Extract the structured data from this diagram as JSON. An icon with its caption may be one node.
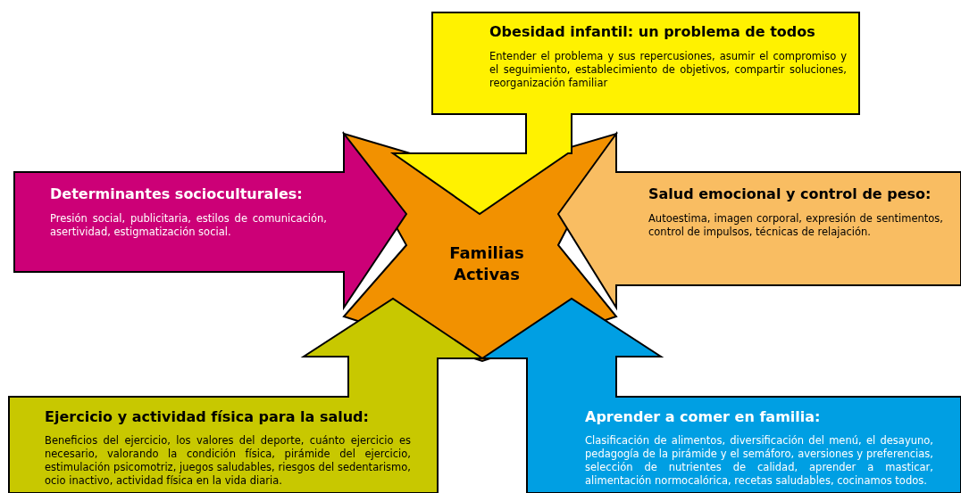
{
  "diagram": {
    "nodes": [
      {
        "text": [
          "Obesidad infantil: un problema de todos",
          "Entender el problema y sus repercusiones, asumir el compromiso y el seguimiento, establecimiento de objetivos, compartir soluciones, reorganización familiar"
        ]
      },
      {
        "text": [
          "Determinantes socioculturales:",
          "Presión social, publicitaria, estilos de comunicación, asertividad, estigmatización social."
        ]
      },
      {
        "text": [
          "Familias Activas"
        ]
      },
      {
        "text": [
          "Salud emocional y control de peso:",
          "Autoestima, imagen corporal, expresión de sentimentos, control de impulsos, técnicas de relajación."
        ]
      },
      {
        "text": [
          "Ejercicio y actividad física para la salud:",
          "Beneficios del ejercicio, los valores del deporte, cuánto ejercicio es necesario, valorando la condición física, pirámide del ejercicio, estimulación psicomotriz, juegos saludables, riesgos del sedentarismo, ocio inactivo, actividad física en la vida diaria."
        ]
      },
      {
        "text": [
          "Aprender a comer en familia:",
          "Clasificación de alimentos, diversificación del menú, el desayuno, pedagogía de la pirámide y el semáforo, aversiones y preferencias, selección de nutrientes de calidad, aprender a masticar, alimentación normocalórica, recetas saludables, cocinamos todos."
        ]
      }
    ]
  }
}
